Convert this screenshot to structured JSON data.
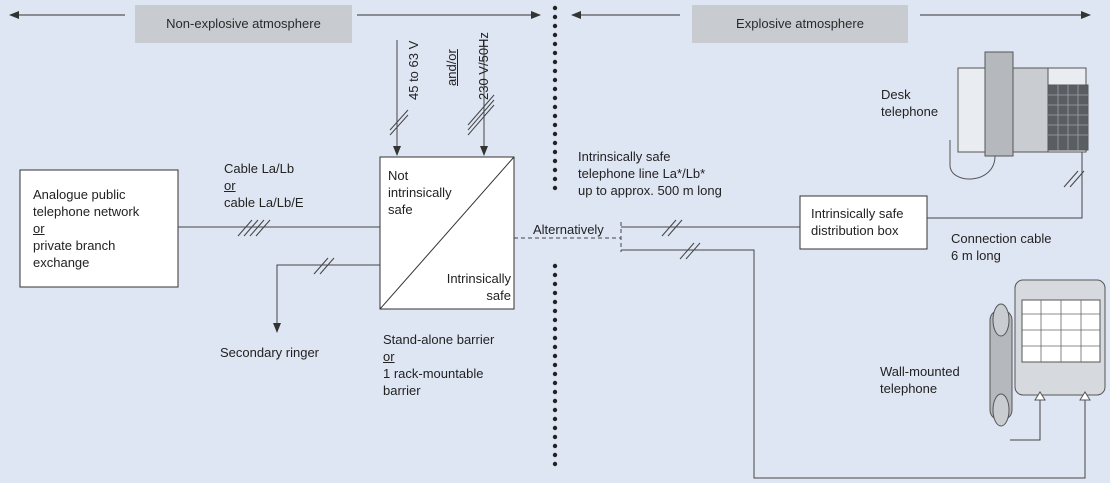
{
  "zones": {
    "left_label": "Non-explosive atmosphere",
    "right_label": "Explosive atmosphere"
  },
  "public_network": {
    "line1": "Analogue public",
    "line2": "telephone network",
    "line3": "or",
    "line4": "private branch",
    "line5": "exchange"
  },
  "cable_left": {
    "line1": "Cable La/Lb",
    "line2": "or",
    "line3": "cable La/Lb/E"
  },
  "power": {
    "voltage_low": "45 to 63 V",
    "andor": "and/or",
    "voltage_high": "230 V/50Hz"
  },
  "barrier": {
    "top_text_1": "Not",
    "top_text_2": "intrinsically",
    "top_text_3": "safe",
    "bottom_text_1": "Intrinsically",
    "bottom_text_2": "safe"
  },
  "barrier_caption": {
    "line1": "Stand-alone barrier",
    "line2": "or",
    "line3": "1 rack-mountable",
    "line4": "barrier"
  },
  "secondary_ringer": "Secondary ringer",
  "alternatively": "Alternatively",
  "is_line": {
    "line1": "Intrinsically safe",
    "line2": "telephone line La*/Lb*",
    "line3": "up to approx. 500 m long"
  },
  "distribution_box": {
    "line1": "Intrinsically safe",
    "line2": "distribution box"
  },
  "connection_cable": {
    "line1": "Connection cable",
    "line2": "6 m long"
  },
  "desk_telephone": {
    "line1": "Desk",
    "line2": "telephone"
  },
  "wall_telephone": {
    "line1": "Wall-mounted",
    "line2": "telephone"
  },
  "colors": {
    "background": "#dfe6f3",
    "header_fill": "#c8ccd1",
    "line": "#444444"
  }
}
